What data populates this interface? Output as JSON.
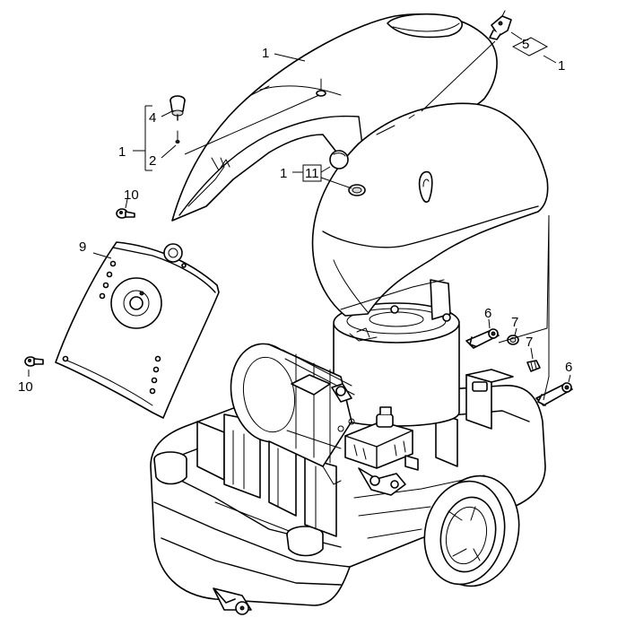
{
  "callouts": {
    "c_hood_top": "1",
    "c_5": "5",
    "c_5_sub": "1",
    "c_4": "4",
    "c_2": "2",
    "c_group_left": "1",
    "c_11_prefix": "1",
    "c_11": "11",
    "c_10_top": "10",
    "c_9": "9",
    "c_6_mid": "6",
    "c_7_a": "7",
    "c_7_b": "7",
    "c_6_right": "6",
    "c_10_bottom": "10"
  }
}
